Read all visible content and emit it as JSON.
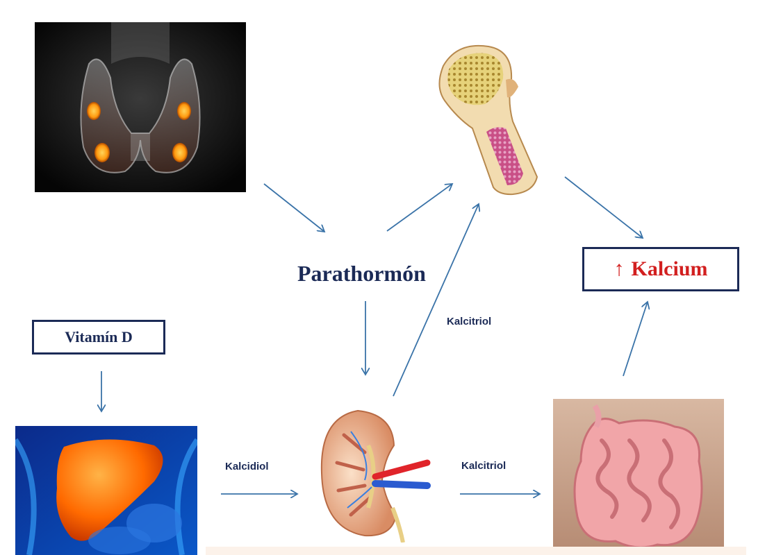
{
  "labels": {
    "parathormon": "Parathormón",
    "vitamin_d": "Vitamín D",
    "kalcium_arrow": "↑",
    "kalcium": "Kalcium",
    "kalcitriol_bone": "Kalcitriol",
    "kalcidiol": "Kalcidiol",
    "kalcitriol_intestine": "Kalcitriol"
  },
  "colors": {
    "arrow": "#3a73a8",
    "box_border": "#1b2a56",
    "text": "#1b2a56",
    "kalcium_text": "#d21f1f"
  }
}
